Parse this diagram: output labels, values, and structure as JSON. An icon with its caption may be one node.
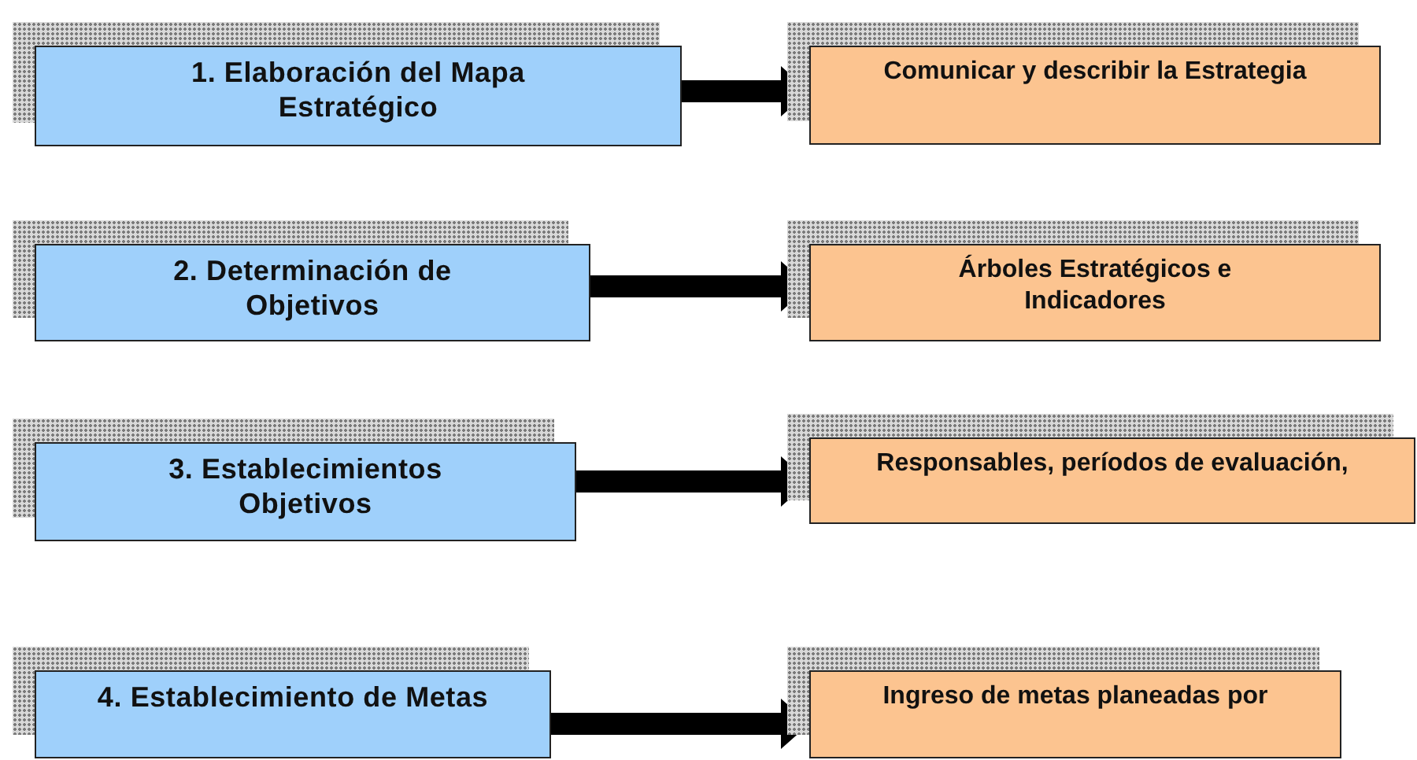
{
  "diagram": {
    "nodes": [
      {
        "text": [
          "1. Elaboración del Mapa Estratégico"
        ]
      },
      {
        "text": [
          "Comunicar y describir la Estrategia"
        ]
      },
      {
        "text": [
          "2. Determinación de Objetivos"
        ]
      },
      {
        "text": [
          "Árboles Estratégicos e Indicadores"
        ]
      },
      {
        "text": [
          "3. Establecimientos Objetivos"
        ]
      },
      {
        "text": [
          "Responsables, períodos de evaluación,"
        ]
      },
      {
        "text": [
          "4. Establecimiento de Metas"
        ]
      },
      {
        "text": [
          "Ingreso de metas planeadas por"
        ]
      }
    ],
    "edges": [
      {
        "from": 0,
        "to": 1,
        "arrow": "to"
      },
      {
        "from": 2,
        "to": 3,
        "arrow": "to"
      },
      {
        "from": 4,
        "to": 5,
        "arrow": "to"
      },
      {
        "from": 6,
        "to": 7,
        "arrow": "to"
      }
    ]
  }
}
